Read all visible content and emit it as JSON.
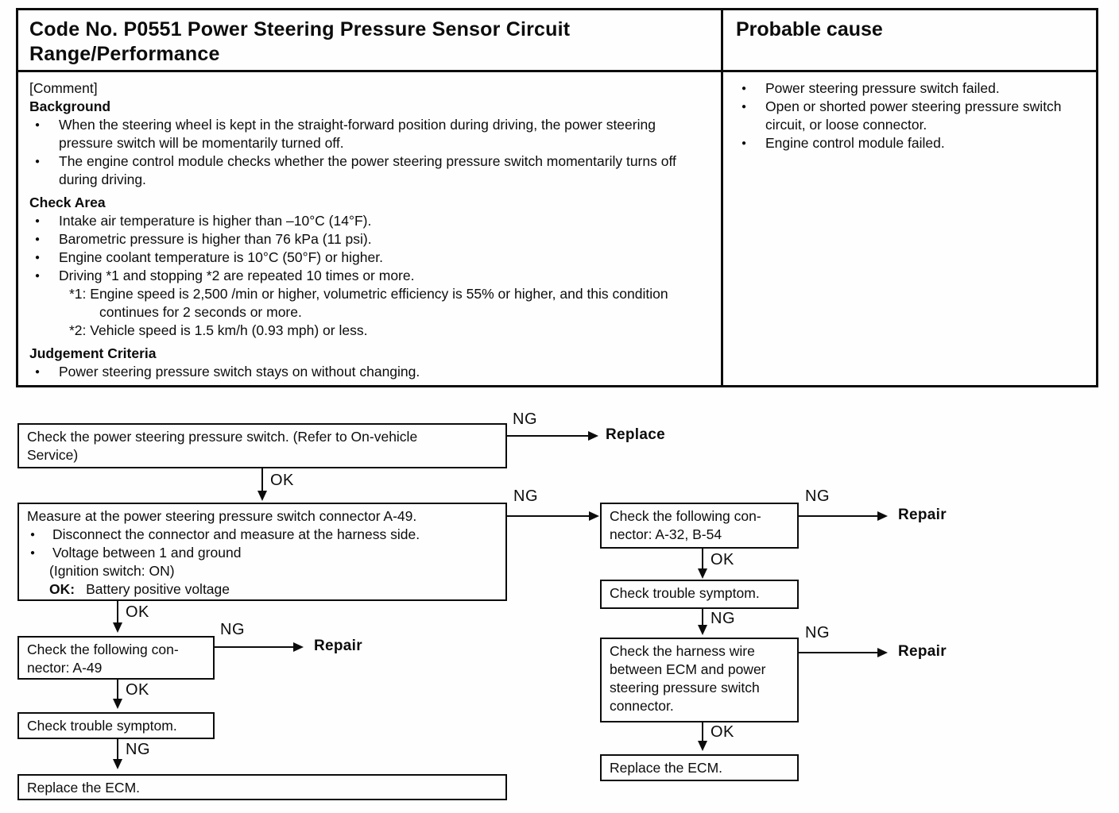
{
  "labels": {
    "ng": "NG",
    "ok": "OK",
    "replace": "Replace",
    "repair": "Repair"
  },
  "table": {
    "title": "Code No. P0551 Power Steering Pressure Sensor Circuit\nRange/Performance",
    "probable_cause_title": "Probable cause",
    "comment": {
      "tag": "[Comment]",
      "background_heading": "Background",
      "background_bullets": [
        "When the steering wheel is kept in the straight-forward position during driving, the power steering pressure switch will be momentarily turned off.",
        "The engine control module checks whether the power steering pressure switch momentarily turns off during driving."
      ],
      "check_area_heading": "Check Area",
      "check_area_bullets": [
        "Intake air temperature is higher than –10°C (14°F).",
        "Barometric pressure is higher than 76 kPa (11 psi).",
        "Engine coolant temperature is 10°C (50°F) or higher.",
        "Driving *1 and stopping *2 are repeated 10 times or more."
      ],
      "footnotes": [
        "*1: Engine speed is 2,500 /min or higher, volumetric efficiency is 55% or higher, and this condition continues for 2 seconds or more.",
        "*2: Vehicle speed is 1.5 km/h (0.93 mph) or less."
      ],
      "judgement_heading": "Judgement Criteria",
      "judgement_bullets": [
        "Power steering pressure switch stays on without changing."
      ]
    },
    "probable_cause_bullets": [
      "Power steering pressure switch failed.",
      "Open or shorted power steering pressure switch circuit, or loose connector.",
      "Engine control module failed."
    ]
  },
  "flowchart": {
    "step1": "Check the power steering pressure switch. (Refer to On-vehicle\nService)",
    "step2": {
      "title": "Measure at the power steering pressure switch connector A-49.",
      "bullets": [
        "Disconnect the connector and measure at the harness side.",
        "Voltage between 1 and ground"
      ],
      "condition": "(Ignition switch: ON)",
      "ok_label": "OK:",
      "ok_value": "Battery positive voltage"
    },
    "left_branch": {
      "connector_box": "Check the following con-\nnector: A-49",
      "trouble_box": "Check trouble symptom.",
      "replace_ecm_box": "Replace the ECM."
    },
    "right_branch": {
      "connector_box": "Check the following con-\nnector: A-32, B-54",
      "trouble_box": "Check trouble symptom.",
      "harness_box": "Check the harness wire\nbetween ECM and power\nsteering pressure switch\nconnector.",
      "replace_ecm_box": "Replace the ECM."
    }
  }
}
